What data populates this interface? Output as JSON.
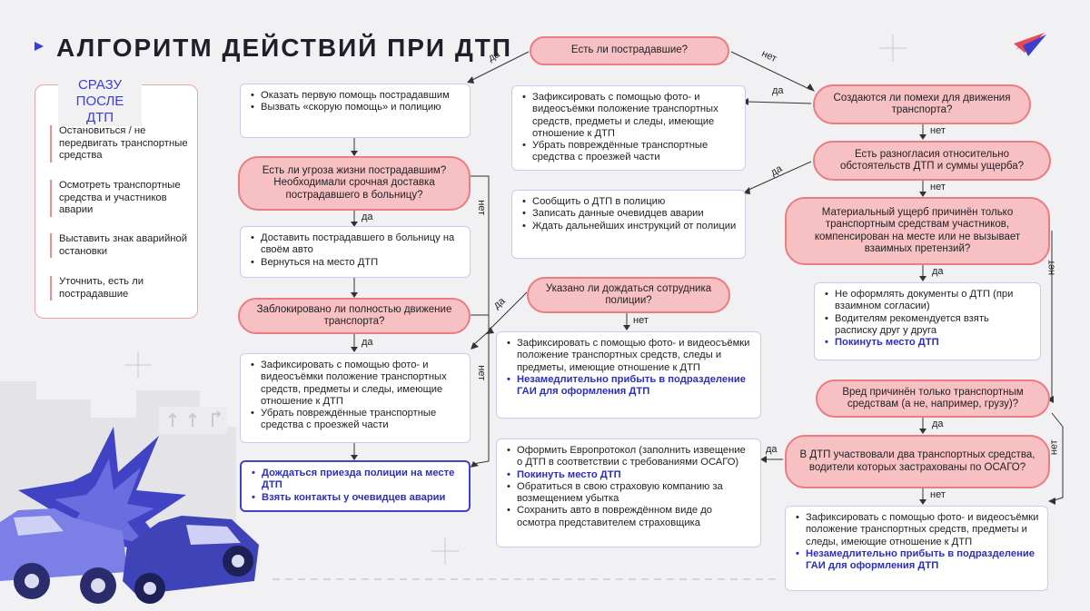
{
  "title": "АЛГОРИТМ ДЕЙСТВИЙ ПРИ ДТП",
  "colors": {
    "accent": "#3b3fd0",
    "decision_fill": "#f7c1c4",
    "decision_border": "#ea7c82",
    "box_border": "#c9cbf2"
  },
  "sidebar": {
    "heading": "СРАЗУ ПОСЛЕ ДТП",
    "items": [
      "Остановиться / не передвигать транспортные средства",
      "Осмотреть транспортные средства и участников аварии",
      "Выставить знак аварийной остановки",
      "Уточнить, есть ли пострадавшие"
    ]
  },
  "labels": {
    "yes": "да",
    "no": "нет"
  },
  "decisions": {
    "injured": "Есть ли пострадавшие?",
    "threat": "Есть ли угроза жизни пострадавшим? Необходимали срочная доставка пострадавшего в больницу?",
    "blocked": "Заблокировано ли полностью движение транспорта?",
    "wait_police": "Указано ли дождаться сотрудника полиции?",
    "obstacles": "Создаются ли помехи для движения транспорта?",
    "disagreement": "Есть разногласия относительно обстоятельств ДТП и суммы ущерба?",
    "material": "Материальный ущерб причинён только транспортным средствам участников, компенсирован на месте или не вызывает взаимных претензий?",
    "harm_vehicles": "Вред причинён только транспортным средствам (а не, например, грузу)?",
    "two_insured": "В ДТП участвовали два транспортных средства, водители которых застрахованы по ОСАГО?"
  },
  "boxes": {
    "first_aid": [
      "Оказать первую помощь пострадавшим",
      "Вызвать «скорую помощь» и полицию"
    ],
    "deliver": [
      "Доставить пострадавшего в больницу на своём авто",
      "Вернуться на место ДТП"
    ],
    "record_left": [
      "Зафиксировать с помощью фото- и видеосъёмки положение транспортных средств, предметы и следы, имеющие отношение к ДТП",
      "Убрать повреждённые транспортные средства с проезжей части"
    ],
    "wait_left": [
      "Дождаться приезда полиции на месте ДТП",
      "Взять контакты у очевидцев аварии"
    ],
    "record_mid": [
      "Зафиксировать с помощью фото- и видеосъёмки положение транспортных средств, предметы и следы, имеющие отношение к ДТП",
      "Убрать повреждённые транспортные средства с проезжей части"
    ],
    "report_police": [
      "Сообщить о ДТП в полицию",
      "Записать данные  очевидцев аварии",
      "Ждать дальнейших инструкций от полиции"
    ],
    "record_gai": [
      "Зафиксировать с помощью фото- и видеосъёмки положение транспортных средств, следы и предметы, имеющие отношение к ДТП",
      "Незамедлительно прибыть в подразделение ГАИ для оформления ДТП"
    ],
    "europrotocol": [
      "Оформить Европротокол (заполнить извещение о ДТП в соответствии с требованиями ОСАГО)",
      "Покинуть место ДТП",
      "Обратиться в свою страховую компанию за возмещением убытка",
      "Сохранить авто в повреждённом виде до осмотра представителем страховщика"
    ],
    "no_docs": [
      "Не оформлять документы о ДТП (при взаимном согласии)",
      "Водителям рекомендуется взять расписку друг у друга",
      "Покинуть место ДТП"
    ],
    "record_right": [
      "Зафиксировать с помощью фото- и видеосъёмки положение транспортных средств, предметы и следы, имеющие отношение к ДТП",
      "Незамедлительно прибыть в подразделение ГАИ для оформления ДТП"
    ]
  }
}
